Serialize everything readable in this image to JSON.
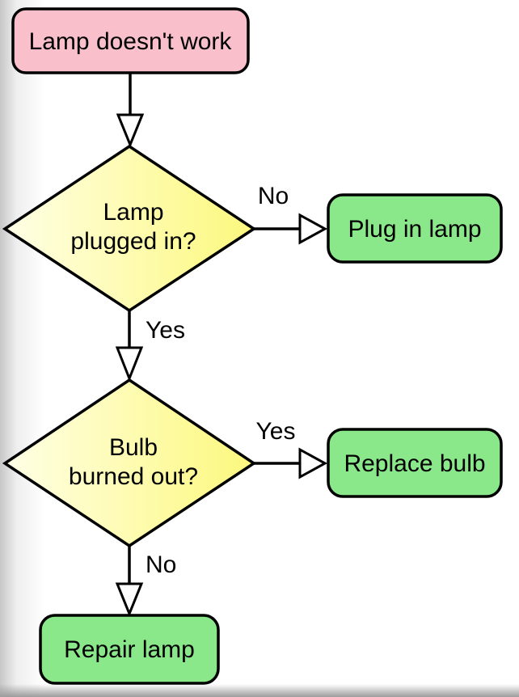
{
  "colors": {
    "background": "#ffffff",
    "stroke": "#000000",
    "start_fill": "#f9c0cb",
    "decision_fill": "#fcf87d",
    "decision_fill_light": "#ffffe6",
    "action_fill": "#8ae88a"
  },
  "nodes": {
    "start": {
      "label": "Lamp doesn't work"
    },
    "decision_plugged": {
      "line1": "Lamp",
      "line2": "plugged in?"
    },
    "action_plug": {
      "label": "Plug in lamp"
    },
    "decision_bulb": {
      "line1": "Bulb",
      "line2": "burned out?"
    },
    "action_replace": {
      "label": "Replace bulb"
    },
    "action_repair": {
      "label": "Repair lamp"
    }
  },
  "edges": {
    "plugged_no": {
      "label": "No"
    },
    "plugged_yes": {
      "label": "Yes"
    },
    "bulb_yes": {
      "label": "Yes"
    },
    "bulb_no": {
      "label": "No"
    }
  }
}
